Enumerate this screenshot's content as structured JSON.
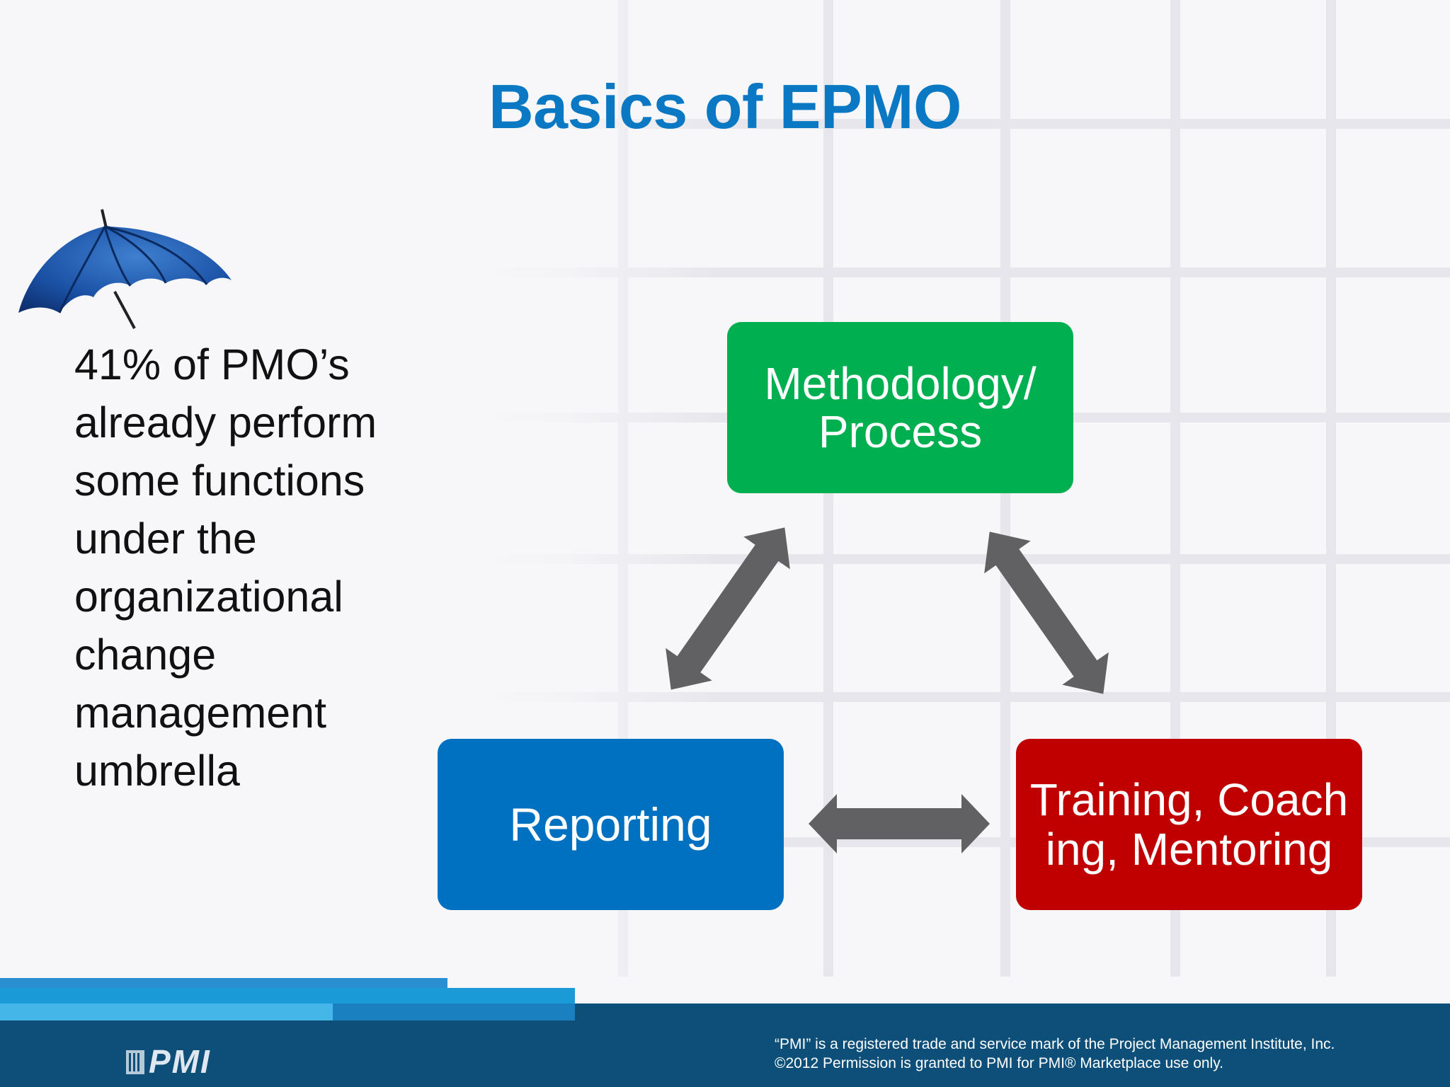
{
  "slide": {
    "title": "Basics of EPMO",
    "bullet_text": "41% of PMO’s already perform some functions under the organizational change management umbrella"
  },
  "diagram": {
    "nodes": [
      {
        "id": "methodology",
        "line1": "Methodology/",
        "line2": "Process",
        "color": "#00b050"
      },
      {
        "id": "reporting",
        "line1": "Reporting",
        "line2": "",
        "color": "#0070c0"
      },
      {
        "id": "training",
        "line1": "Training, Coach",
        "line2": "ing, Mentoring",
        "color": "#c00000"
      }
    ],
    "edges": [
      {
        "from": "methodology",
        "to": "reporting",
        "style": "bidirectional"
      },
      {
        "from": "methodology",
        "to": "training",
        "style": "bidirectional"
      },
      {
        "from": "reporting",
        "to": "training",
        "style": "bidirectional"
      }
    ],
    "arrow_color": "#616164"
  },
  "footer": {
    "logo_text": "PMI",
    "disclaimer_line1": "“PMI” is a registered trade and service mark of the Project Management Institute, Inc.",
    "disclaimer_line2": "©2012 Permission is granted to PMI for PMI® Marketplace use only."
  },
  "colors": {
    "title": "#0a78c2",
    "footer_dark": "#0d4f78",
    "footer_light": "#1c9bd8"
  }
}
